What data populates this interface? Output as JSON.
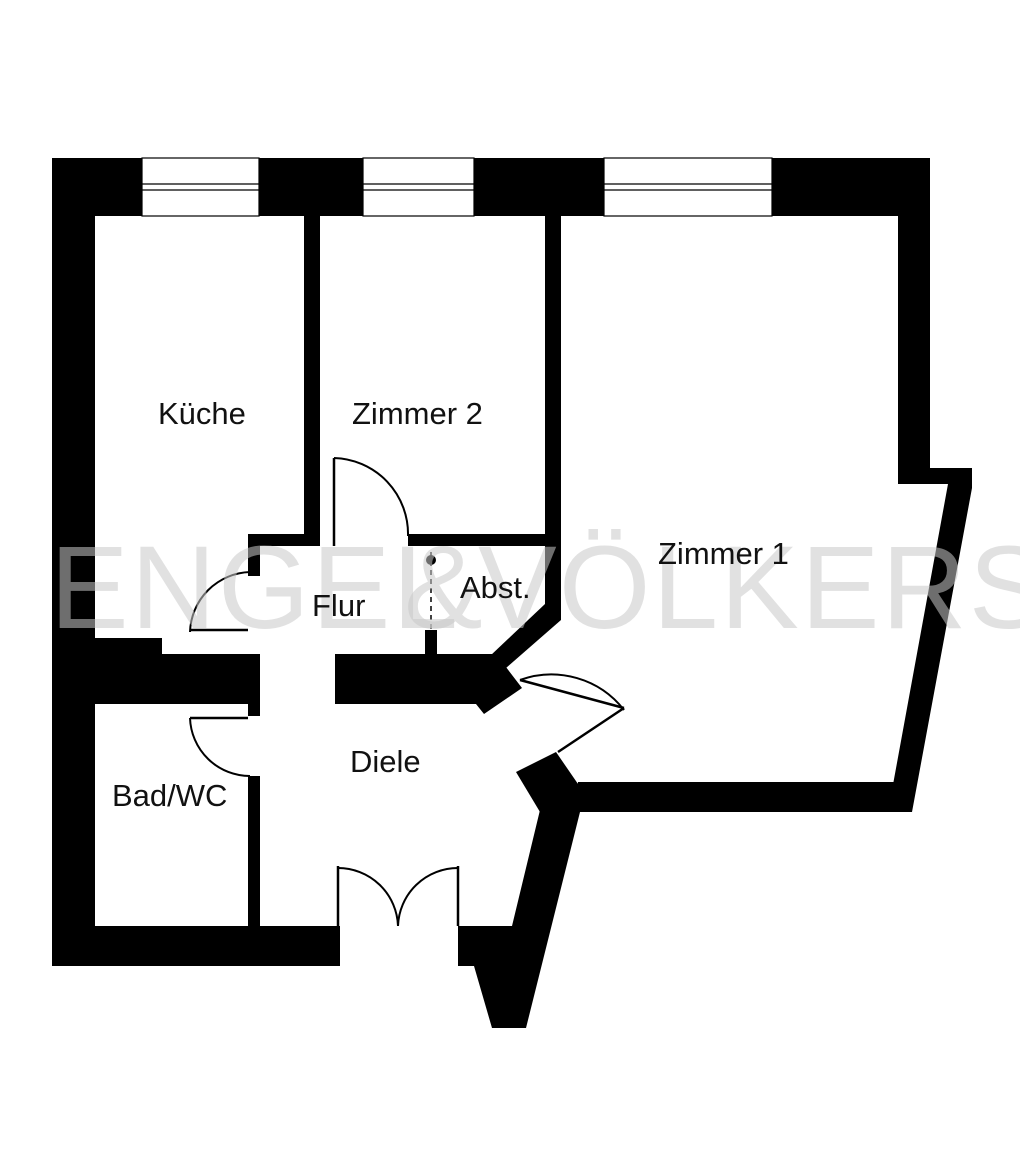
{
  "rooms": {
    "kueche": "Küche",
    "zimmer2": "Zimmer 2",
    "zimmer1": "Zimmer 1",
    "flur": "Flur",
    "abst": "Abst.",
    "diele": "Diele",
    "bad": "Bad/WC"
  },
  "watermark": {
    "left": "ENGEL",
    "ampersand": "&",
    "right": "VÖLKERS"
  },
  "colors": {
    "wall": "#000000",
    "background": "#ffffff",
    "watermark": "#c9c9c9"
  }
}
